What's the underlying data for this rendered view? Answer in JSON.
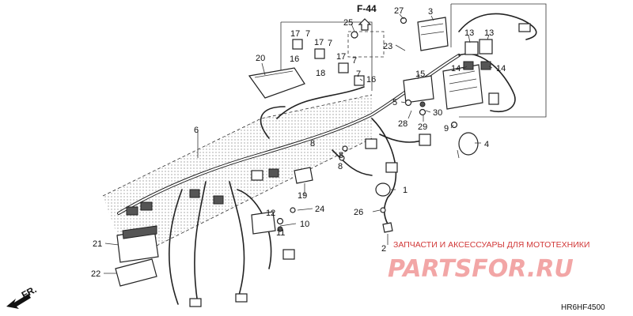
{
  "diagram": {
    "ref_label": "F-44",
    "code": "HR6HF4500",
    "direction_label": "FR.",
    "callouts": [
      {
        "id": "c1",
        "text": "1"
      },
      {
        "id": "c2",
        "text": "2"
      },
      {
        "id": "c3",
        "text": "3"
      },
      {
        "id": "c4",
        "text": "4"
      },
      {
        "id": "c5",
        "text": "5"
      },
      {
        "id": "c6",
        "text": "6"
      },
      {
        "id": "c7a",
        "text": "7"
      },
      {
        "id": "c7b",
        "text": "7"
      },
      {
        "id": "c7c",
        "text": "7"
      },
      {
        "id": "c7d",
        "text": "7"
      },
      {
        "id": "c8a",
        "text": "8"
      },
      {
        "id": "c8b",
        "text": "8"
      },
      {
        "id": "c8c",
        "text": "8"
      },
      {
        "id": "c9",
        "text": "9"
      },
      {
        "id": "c10",
        "text": "10"
      },
      {
        "id": "c11",
        "text": "11"
      },
      {
        "id": "c12",
        "text": "12"
      },
      {
        "id": "c13a",
        "text": "13"
      },
      {
        "id": "c13b",
        "text": "13"
      },
      {
        "id": "c14a",
        "text": "14"
      },
      {
        "id": "c14b",
        "text": "14"
      },
      {
        "id": "c15",
        "text": "15"
      },
      {
        "id": "c16a",
        "text": "16"
      },
      {
        "id": "c16b",
        "text": "16"
      },
      {
        "id": "c17a",
        "text": "17"
      },
      {
        "id": "c17b",
        "text": "17"
      },
      {
        "id": "c17c",
        "text": "17"
      },
      {
        "id": "c18",
        "text": "18"
      },
      {
        "id": "c19",
        "text": "19"
      },
      {
        "id": "c20",
        "text": "20"
      },
      {
        "id": "c21",
        "text": "21"
      },
      {
        "id": "c22",
        "text": "22"
      },
      {
        "id": "c23",
        "text": "23"
      },
      {
        "id": "c24",
        "text": "24"
      },
      {
        "id": "c25",
        "text": "25"
      },
      {
        "id": "c26",
        "text": "26"
      },
      {
        "id": "c27",
        "text": "27"
      },
      {
        "id": "c28",
        "text": "28"
      },
      {
        "id": "c29",
        "text": "29"
      },
      {
        "id": "c30",
        "text": "30"
      }
    ]
  },
  "watermark": {
    "tagline": "ЗАПЧАСТИ И АКСЕССУАРЫ ДЛЯ МОТОТЕХНИКИ",
    "logo_text": "PARTSFOR.RU",
    "color": "#d13838"
  }
}
